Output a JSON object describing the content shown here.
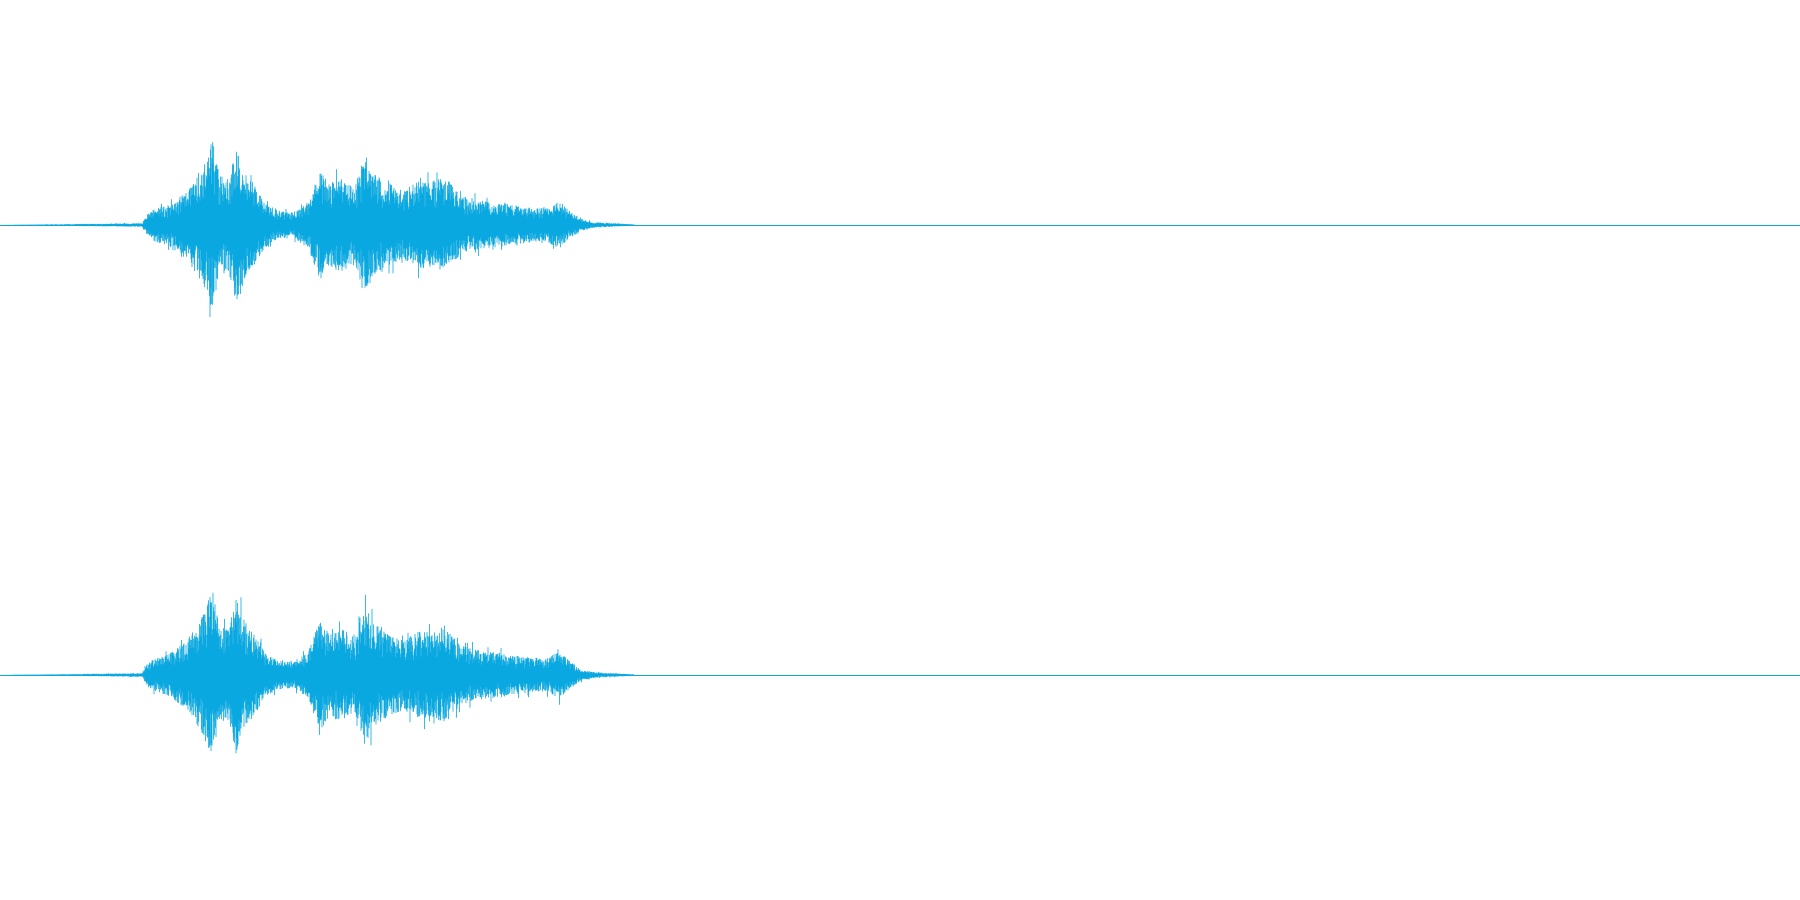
{
  "waveform": {
    "color": "#0aa8e0",
    "background": "#ffffff",
    "channels": [
      {
        "name": "left",
        "seed": 7,
        "envelope": [
          [
            0.0,
            0.0
          ],
          [
            0.079,
            0.02
          ],
          [
            0.08,
            0.06
          ],
          [
            0.082,
            0.13
          ],
          [
            0.086,
            0.18
          ],
          [
            0.094,
            0.23
          ],
          [
            0.104,
            0.38
          ],
          [
            0.112,
            0.62
          ],
          [
            0.118,
            0.92
          ],
          [
            0.122,
            0.55
          ],
          [
            0.127,
            0.5
          ],
          [
            0.131,
            0.86
          ],
          [
            0.136,
            0.58
          ],
          [
            0.141,
            0.45
          ],
          [
            0.147,
            0.25
          ],
          [
            0.154,
            0.16
          ],
          [
            0.163,
            0.14
          ],
          [
            0.171,
            0.25
          ],
          [
            0.174,
            0.42
          ],
          [
            0.178,
            0.6
          ],
          [
            0.183,
            0.45
          ],
          [
            0.19,
            0.52
          ],
          [
            0.197,
            0.4
          ],
          [
            0.202,
            0.77
          ],
          [
            0.208,
            0.56
          ],
          [
            0.215,
            0.46
          ],
          [
            0.224,
            0.38
          ],
          [
            0.233,
            0.48
          ],
          [
            0.24,
            0.46
          ],
          [
            0.247,
            0.53
          ],
          [
            0.256,
            0.32
          ],
          [
            0.266,
            0.27
          ],
          [
            0.278,
            0.24
          ],
          [
            0.29,
            0.2
          ],
          [
            0.303,
            0.18
          ],
          [
            0.311,
            0.26
          ],
          [
            0.316,
            0.16
          ],
          [
            0.322,
            0.07
          ],
          [
            0.33,
            0.03
          ],
          [
            0.345,
            0.015
          ],
          [
            0.352,
            0.006
          ],
          [
            0.353,
            0.0
          ],
          [
            1.0,
            0.0
          ]
        ]
      },
      {
        "name": "right",
        "seed": 11,
        "envelope": [
          [
            0.0,
            0.0
          ],
          [
            0.079,
            0.02
          ],
          [
            0.08,
            0.06
          ],
          [
            0.082,
            0.13
          ],
          [
            0.086,
            0.18
          ],
          [
            0.094,
            0.23
          ],
          [
            0.104,
            0.38
          ],
          [
            0.112,
            0.62
          ],
          [
            0.118,
            0.92
          ],
          [
            0.122,
            0.55
          ],
          [
            0.127,
            0.5
          ],
          [
            0.131,
            0.86
          ],
          [
            0.136,
            0.58
          ],
          [
            0.141,
            0.45
          ],
          [
            0.147,
            0.25
          ],
          [
            0.154,
            0.16
          ],
          [
            0.163,
            0.14
          ],
          [
            0.171,
            0.25
          ],
          [
            0.174,
            0.42
          ],
          [
            0.178,
            0.6
          ],
          [
            0.183,
            0.45
          ],
          [
            0.19,
            0.52
          ],
          [
            0.197,
            0.4
          ],
          [
            0.202,
            0.77
          ],
          [
            0.208,
            0.56
          ],
          [
            0.215,
            0.46
          ],
          [
            0.224,
            0.38
          ],
          [
            0.233,
            0.48
          ],
          [
            0.24,
            0.46
          ],
          [
            0.247,
            0.53
          ],
          [
            0.256,
            0.32
          ],
          [
            0.266,
            0.27
          ],
          [
            0.278,
            0.24
          ],
          [
            0.29,
            0.2
          ],
          [
            0.303,
            0.18
          ],
          [
            0.311,
            0.26
          ],
          [
            0.316,
            0.16
          ],
          [
            0.322,
            0.07
          ],
          [
            0.33,
            0.03
          ],
          [
            0.345,
            0.015
          ],
          [
            0.352,
            0.006
          ],
          [
            0.353,
            0.0
          ],
          [
            1.0,
            0.0
          ]
        ]
      }
    ]
  }
}
